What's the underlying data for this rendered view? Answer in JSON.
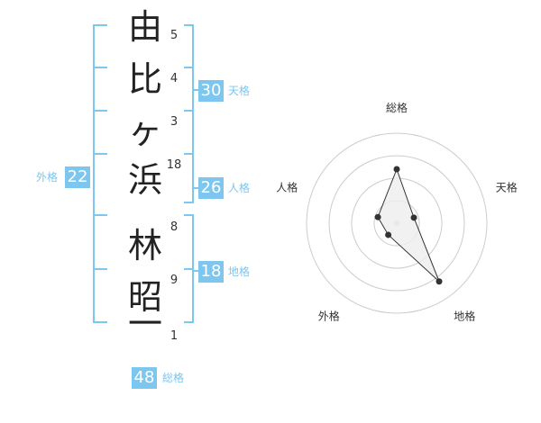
{
  "name_chars": [
    {
      "char": "由",
      "strokes": "5"
    },
    {
      "char": "比",
      "strokes": "4"
    },
    {
      "char": "ヶ",
      "strokes": "3"
    },
    {
      "char": "浜",
      "strokes": "18"
    },
    {
      "char": "林",
      "strokes": "8"
    },
    {
      "char": "昭",
      "strokes": "9"
    },
    {
      "char": "一",
      "strokes": "1"
    }
  ],
  "kaku": {
    "tenkaku": {
      "value": "30",
      "label": "天格"
    },
    "jinkaku": {
      "value": "26",
      "label": "人格"
    },
    "chikaku": {
      "value": "18",
      "label": "地格"
    },
    "gaikaku": {
      "value": "22",
      "label": "外格"
    },
    "soukaku": {
      "value": "48",
      "label": "総格"
    }
  },
  "chart_data": {
    "type": "radar",
    "axes": [
      "総格",
      "天格",
      "地格",
      "外格",
      "人格"
    ],
    "values": [
      3,
      1,
      4,
      0.8,
      1.1
    ],
    "max": 5,
    "rings": 4,
    "colors": {
      "fill": "#eeeeee",
      "line": "#333333",
      "grid": "#cccccc"
    }
  },
  "colors": {
    "accent": "#7cc6ef"
  }
}
